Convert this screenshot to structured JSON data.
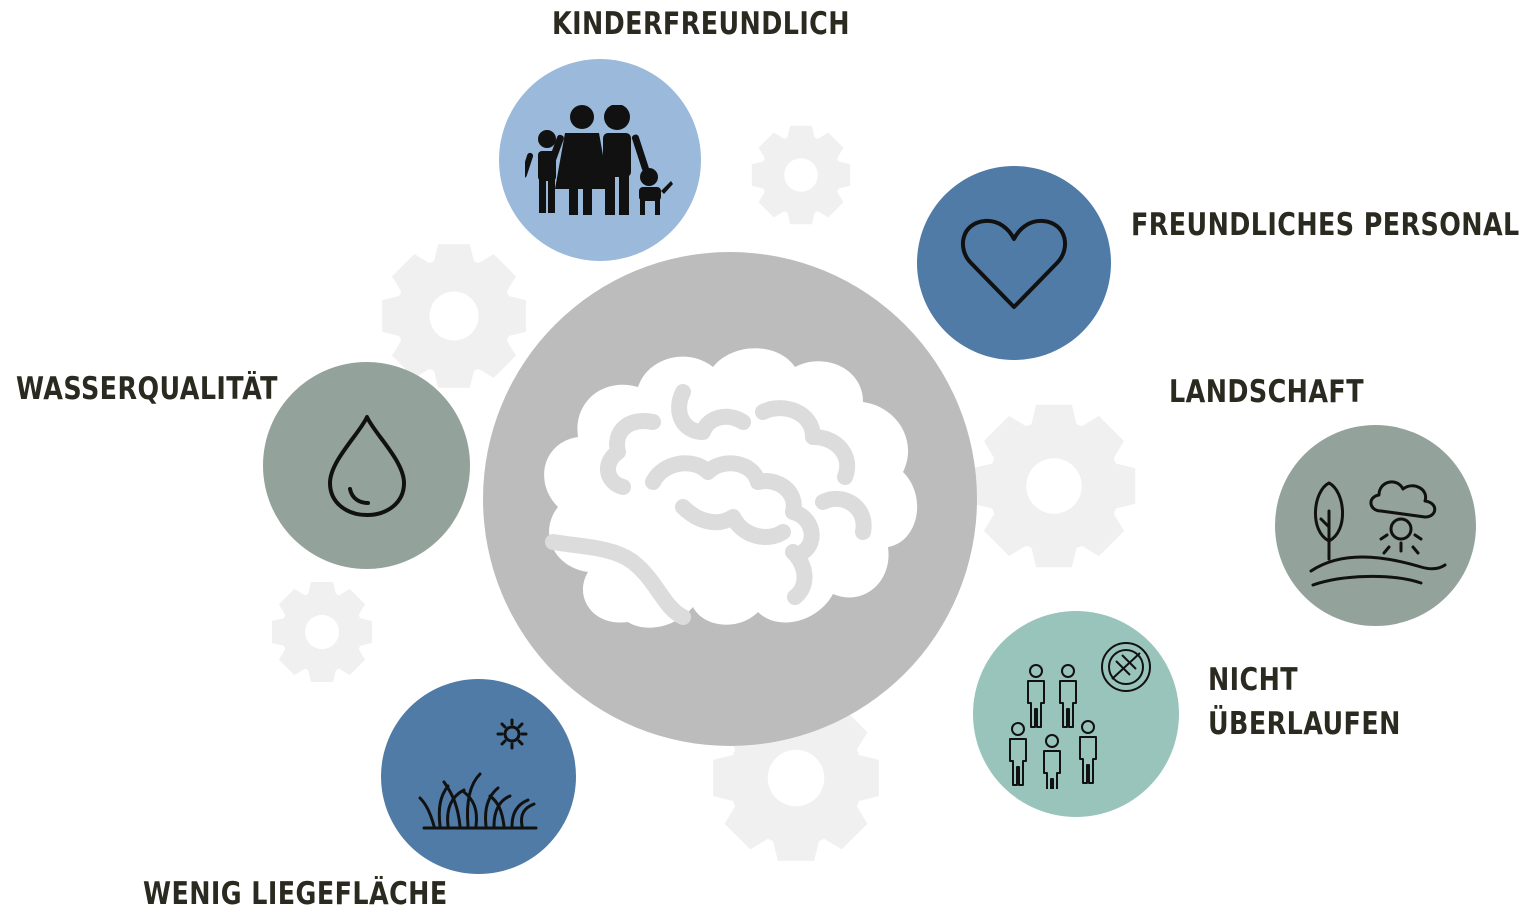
{
  "colors": {
    "center": "#bcbcbc",
    "gear": "#f0f0f0",
    "brain_outline": "#dcdcdc",
    "text": "#2b2a20",
    "icon_stroke": "#111111"
  },
  "center": {
    "icon": "brain-icon"
  },
  "nodes": [
    {
      "id": "kinderfreundlich",
      "label": "KINDERFREUNDLICH",
      "icon": "family-icon",
      "color": "#9bbadb"
    },
    {
      "id": "freundliches-personal",
      "label": "FREUNDLICHES PERSONAL",
      "icon": "heart-icon",
      "color": "#4f7ba6"
    },
    {
      "id": "landschaft",
      "label": "LANDSCHAFT",
      "icon": "landscape-icon",
      "color": "#93a39b"
    },
    {
      "id": "nicht-ueberlaufen",
      "label_lines": [
        "NICHT",
        "ÜBERLAUFEN"
      ],
      "icon": "crowd-icon",
      "color": "#99c4bb"
    },
    {
      "id": "wenig-liegeflaeche",
      "label": "WENIG LIEGEFLÄCHE",
      "icon": "grass-sun-icon",
      "color": "#4f7ba6"
    },
    {
      "id": "wasserqualitaet",
      "label": "WASSERQUALITÄT",
      "icon": "water-drop-icon",
      "color": "#93a39b"
    }
  ]
}
